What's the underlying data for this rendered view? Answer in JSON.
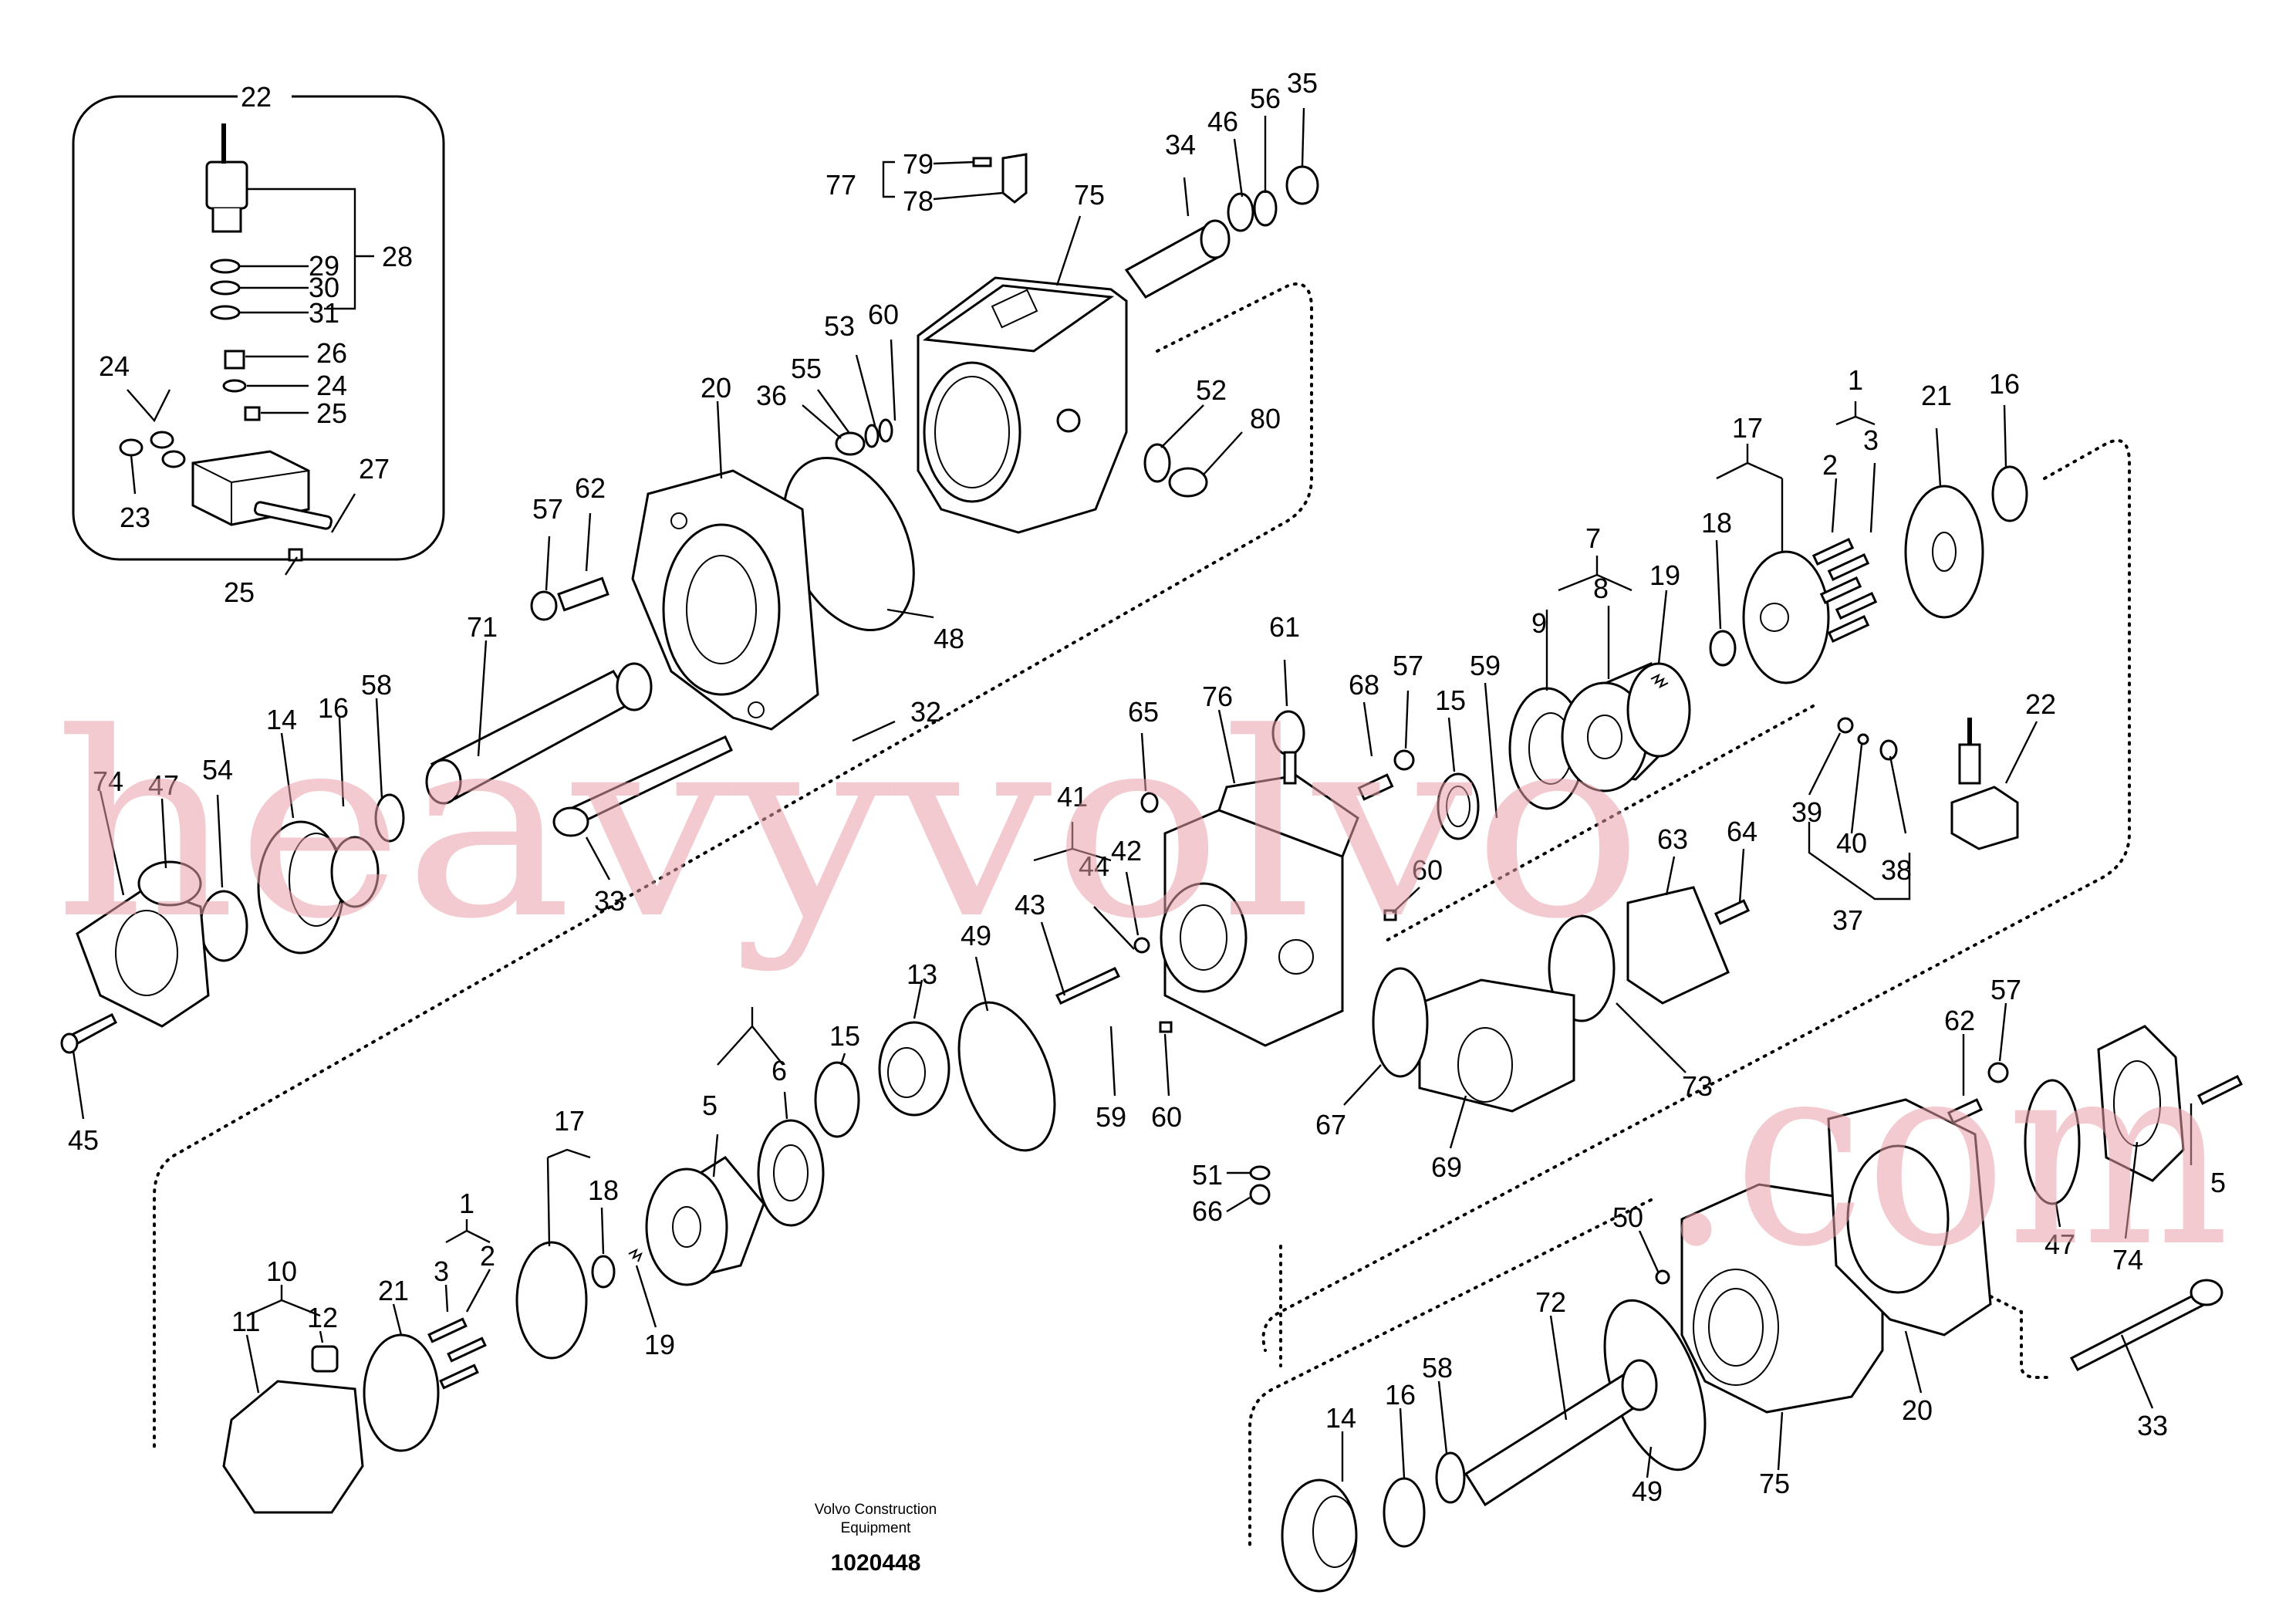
{
  "title": {
    "credit_line1": "Volvo Construction",
    "credit_line2": "Equipment",
    "drawing_number": "1020448"
  },
  "watermark": {
    "text_left": "heavyvolvo",
    "text_right": ".com",
    "color": "#e8a0a8"
  },
  "inset": {
    "labels": [
      "22",
      "29",
      "30",
      "31",
      "28",
      "26",
      "24",
      "25",
      "24",
      "23",
      "27",
      "25"
    ]
  },
  "callouts": [
    "77",
    "79",
    "78",
    "75",
    "34",
    "46",
    "56",
    "35",
    "53",
    "60",
    "55",
    "36",
    "52",
    "80",
    "20",
    "57",
    "62",
    "48",
    "71",
    "32",
    "33",
    "14",
    "16",
    "58",
    "54",
    "74",
    "47",
    "45",
    "61",
    "76",
    "65",
    "68",
    "57",
    "15",
    "59",
    "60",
    "41",
    "42",
    "44",
    "43",
    "49",
    "13",
    "5",
    "6",
    "15",
    "59",
    "60",
    "51",
    "66",
    "67",
    "69",
    "7",
    "9",
    "8",
    "19",
    "18",
    "17",
    "1",
    "2",
    "3",
    "21",
    "16",
    "39",
    "40",
    "38",
    "37",
    "22",
    "63",
    "64",
    "73",
    "62",
    "57",
    "47",
    "5",
    "74",
    "50",
    "72",
    "49",
    "75",
    "20",
    "33",
    "14",
    "16",
    "58",
    "10",
    "11",
    "12",
    "21",
    "1",
    "3",
    "2",
    "17",
    "18",
    "19"
  ]
}
